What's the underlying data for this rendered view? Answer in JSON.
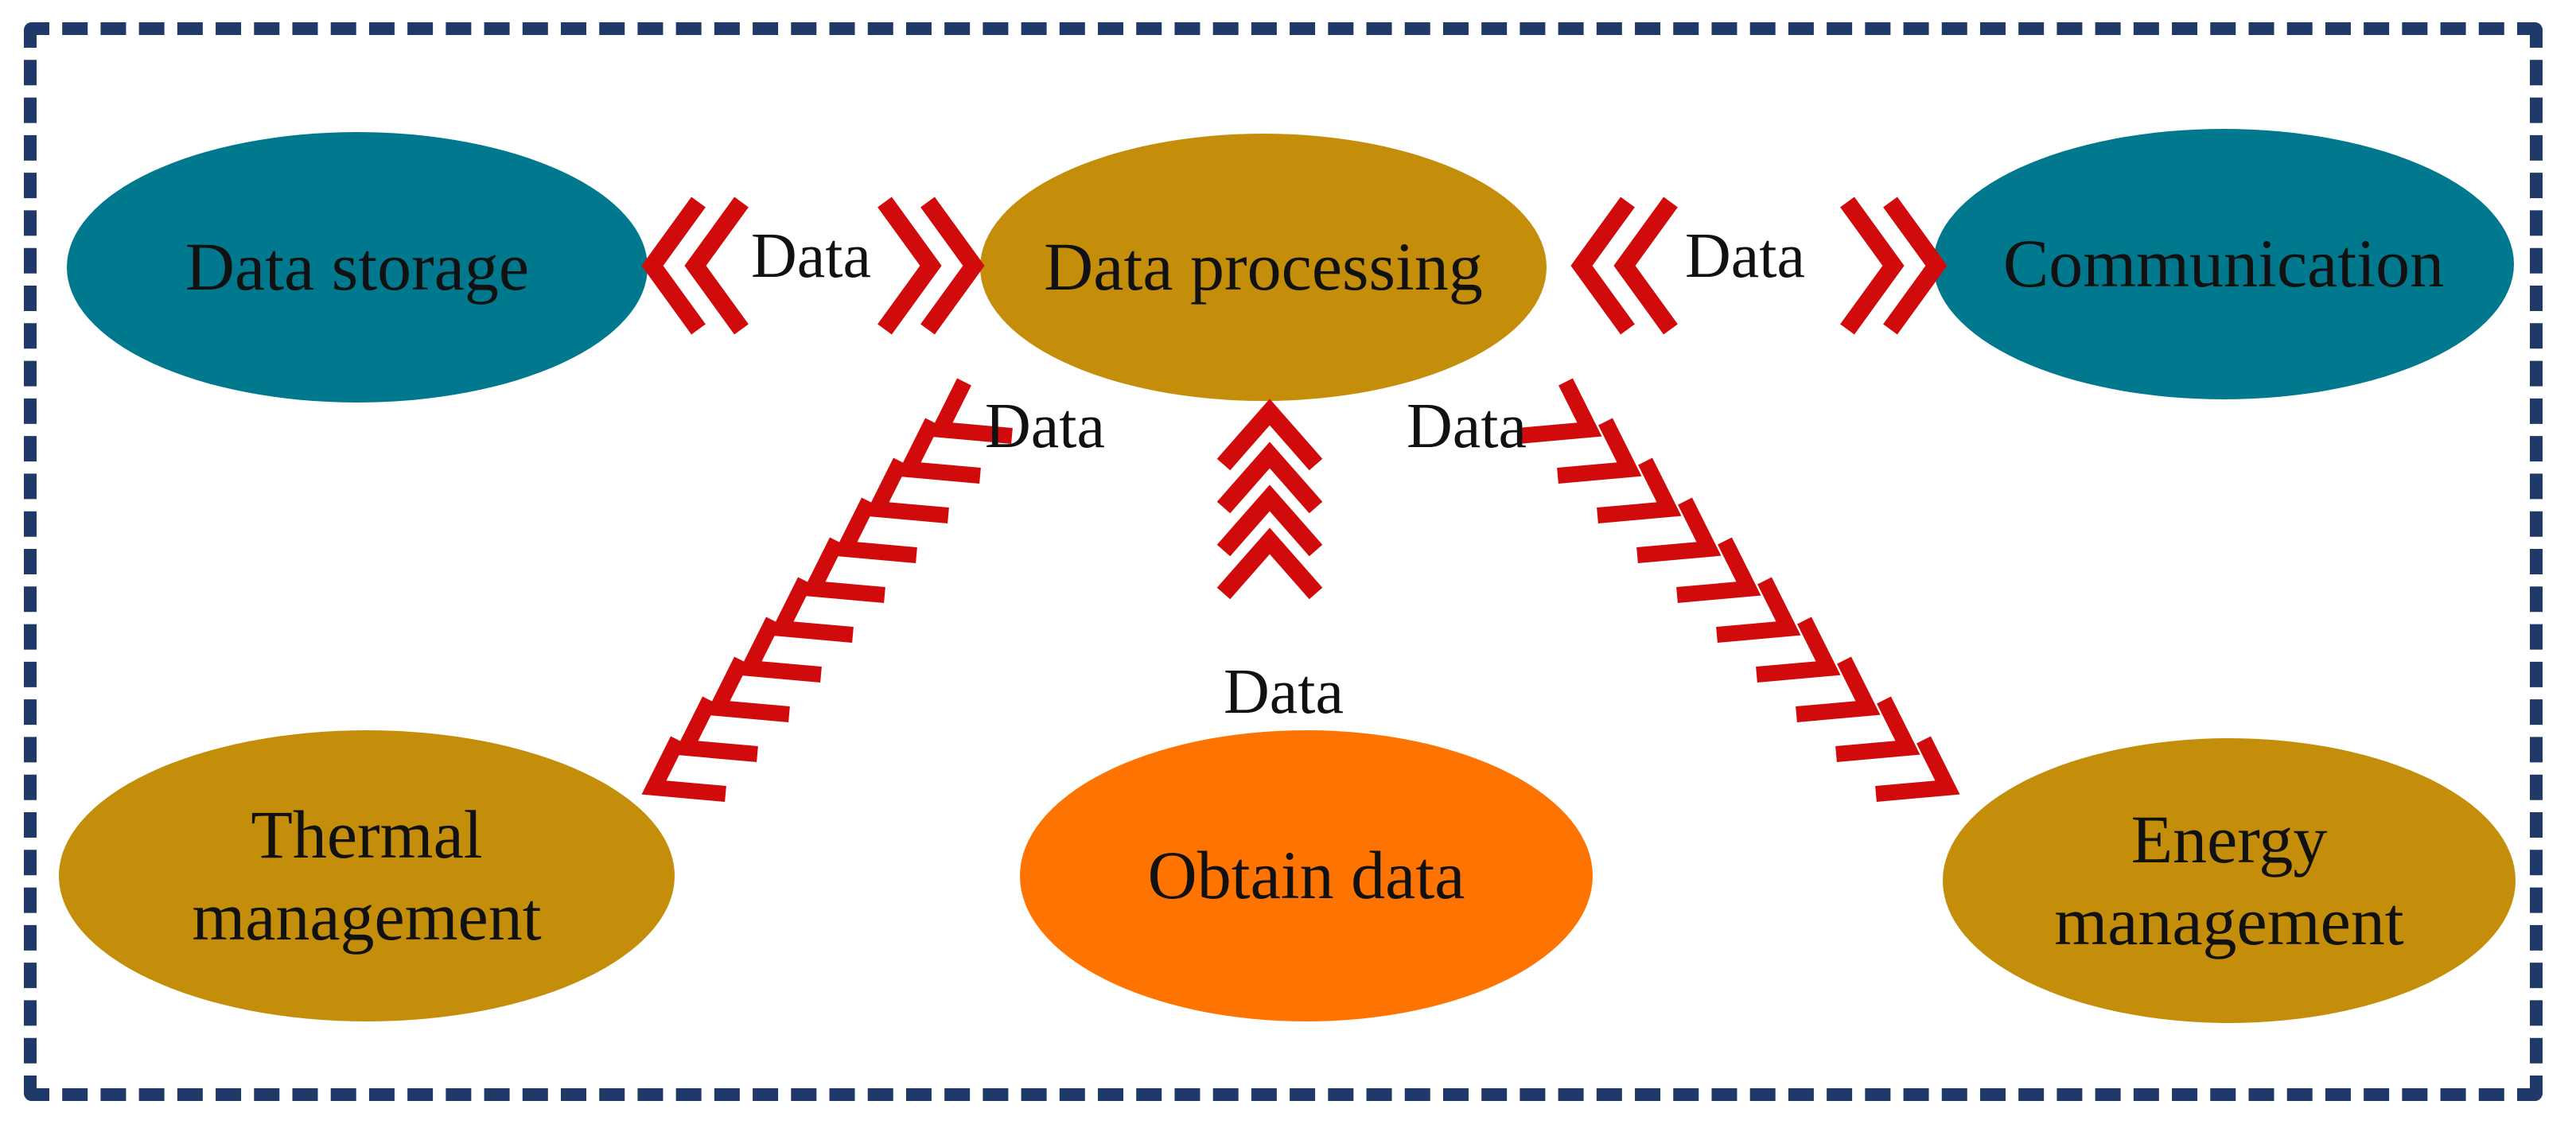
{
  "colors": {
    "storage_node": "#00798f",
    "processing_node": "#c48e0a",
    "obtain_node": "#ff7400",
    "chevron": "#d10b0b",
    "frame": "#1f3a68"
  },
  "nodes": {
    "data_storage": "Data storage",
    "data_processing": "Data processing",
    "communication": "Communication",
    "thermal_management": [
      "Thermal",
      "management"
    ],
    "obtain_data": "Obtain data",
    "energy_management": [
      "Energy",
      "management"
    ]
  },
  "edge_labels": {
    "storage_processing": "Data",
    "processing_communication": "Data",
    "processing_thermal": "Data",
    "obtain_processing": "Data",
    "processing_energy": "Data"
  }
}
